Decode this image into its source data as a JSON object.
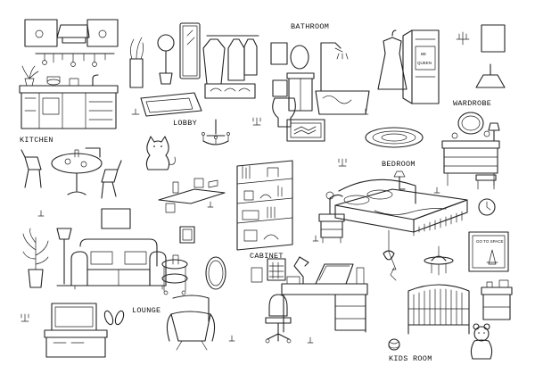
{
  "labels": {
    "kitchen": "KITCHEN",
    "lobby": "LOBBY",
    "bathroom": "BATHROOM",
    "wardrobe": "WARDROBE",
    "bedroom": "BEDROOM",
    "cabinet": "CABINET",
    "lounge": "LOUNGE",
    "kids_room": "KIDS ROOM"
  },
  "picture_texts": {
    "shirt_line1": "BE",
    "shirt_line2": "QUEEN",
    "poster": "GO TO SPACE"
  }
}
